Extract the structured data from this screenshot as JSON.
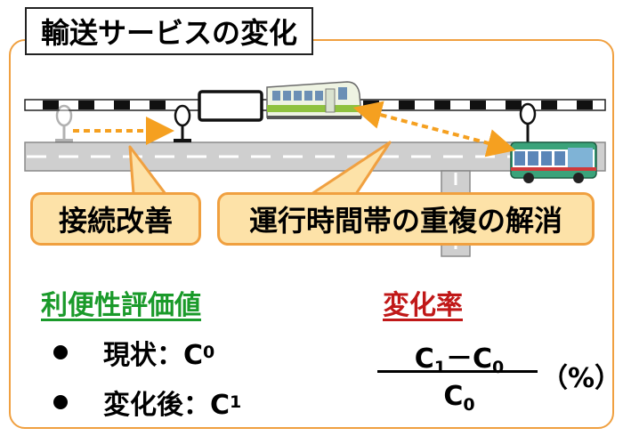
{
  "title": "輸送サービスの変化",
  "callouts": {
    "connection": "接続改善",
    "overlap": "運行時間帯の重複の解消"
  },
  "evaluation": {
    "heading": "利便性評価値",
    "current_label": "現状：C",
    "current_sub": "0",
    "after_label": "変化後：C",
    "after_sub": "1"
  },
  "rate": {
    "heading": "変化率",
    "numerator_a": "C",
    "numerator_a_sub": "1",
    "numerator_op": "－C",
    "numerator_b_sub": "0",
    "denominator": "C",
    "denominator_sub": "0",
    "unit": "（%）"
  },
  "colors": {
    "frame_border": "#f0a040",
    "callout_fill": "#fde2a8",
    "arrow": "#f5a020",
    "evaluation_heading": "#1a9a2a",
    "rate_heading": "#c01818",
    "train_body": "#e8f0d8",
    "train_stripe": "#8fc23f",
    "bus_body": "#3aa37a"
  }
}
